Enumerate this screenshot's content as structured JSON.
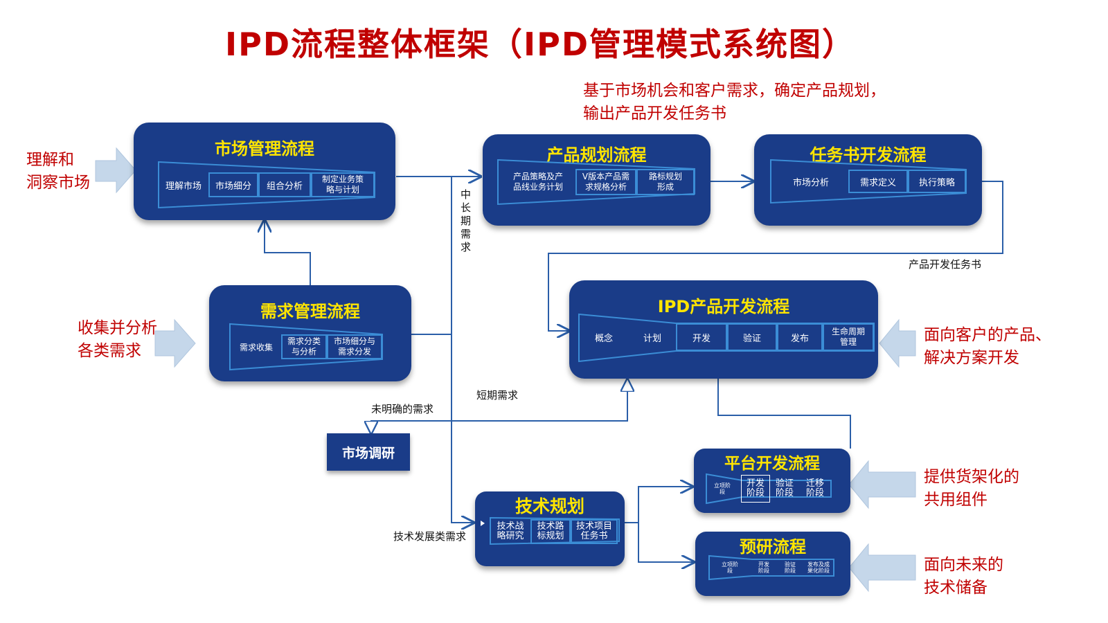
{
  "title": "IPD流程整体框架（IPD管理模式系统图）",
  "annotations": {
    "top_note_1": "基于市场机会和客户需求，确定产品规划，",
    "top_note_2": "输出产品开发任务书",
    "understand_1": "理解和",
    "understand_2": "洞察市场",
    "collect_1": "收集并分析",
    "collect_2": "各类需求",
    "customer_1": "面向客户的产品、",
    "customer_2": "解决方案开发",
    "shelf_1": "提供货架化的",
    "shelf_2": "共用组件",
    "future_1": "面向未来的",
    "future_2": "技术储备"
  },
  "labels": {
    "mid_long": "中长期需求",
    "task_book": "产品开发任务书",
    "short_term": "短期需求",
    "unclear": "未明确的需求",
    "tech_dev": "技术发展类需求"
  },
  "market_mgmt": {
    "title": "市场管理流程",
    "steps": [
      "理解市场",
      "市场细分",
      "组合分析",
      "制定业务策\n略与计划"
    ]
  },
  "product_plan": {
    "title": "产品规划流程",
    "steps": [
      "产品策略及产\n品线业务计划",
      "V版本产品需\n求规格分析",
      "路标规划\n形成"
    ]
  },
  "task_dev": {
    "title": "任务书开发流程",
    "steps": [
      "市场分析",
      "需求定义",
      "执行策略"
    ]
  },
  "demand_mgmt": {
    "title": "需求管理流程",
    "steps": [
      "需求收集",
      "需求分类\n与分析",
      "市场细分与\n需求分发"
    ]
  },
  "ipd_dev": {
    "title": "IPD产品开发流程",
    "steps": [
      "概念",
      "计划",
      "开发",
      "验证",
      "发布",
      "生命周期\n管理"
    ]
  },
  "market_research": {
    "title": "市场调研"
  },
  "platform_dev": {
    "title": "平台开发流程",
    "steps": [
      "立项阶\n段",
      "开发\n阶段",
      "验证\n阶段",
      "迁移\n阶段"
    ]
  },
  "tech_plan": {
    "title": "技术规划",
    "steps": [
      "技术战\n略研究",
      "技术路\n标规划",
      "技术项目\n任务书"
    ]
  },
  "pre_research": {
    "title": "预研流程",
    "steps": [
      "立项阶\n段",
      "开发\n阶段",
      "验证\n阶段",
      "发布及成\n果化阶段"
    ]
  },
  "colors": {
    "box": "#1a3c88",
    "title_text": "#ffe500",
    "red_text": "#c00000",
    "cell_border": "#3b8dd6",
    "line": "#2a5ea8",
    "arrow_fill": "#c5d7ea"
  }
}
